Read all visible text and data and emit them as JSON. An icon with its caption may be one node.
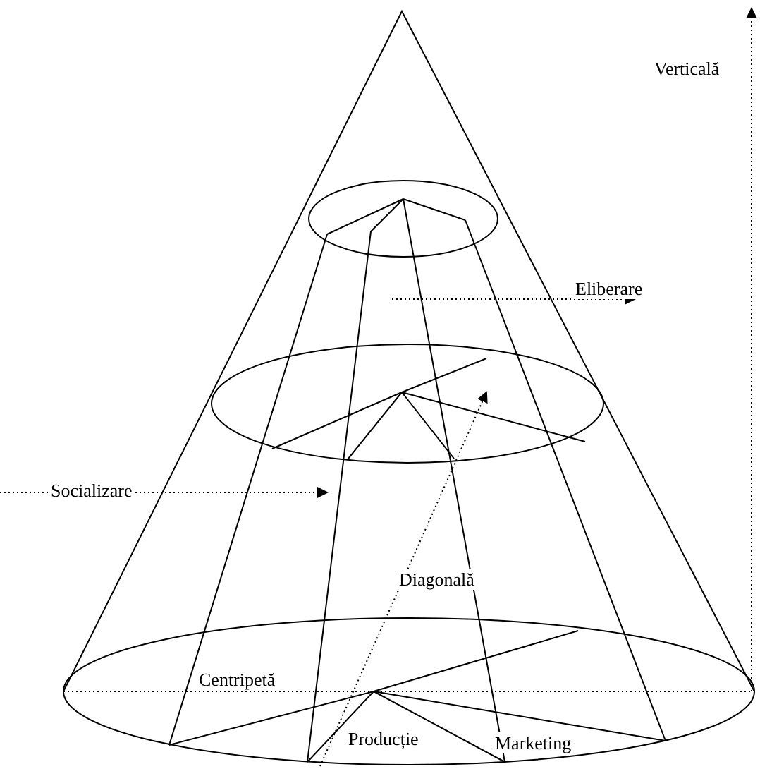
{
  "diagram": {
    "labels": [
      "Verticală",
      "Eliberare",
      "Socializare",
      "Diagonală",
      "Centripetă",
      "Producție",
      "Marketing"
    ]
  }
}
